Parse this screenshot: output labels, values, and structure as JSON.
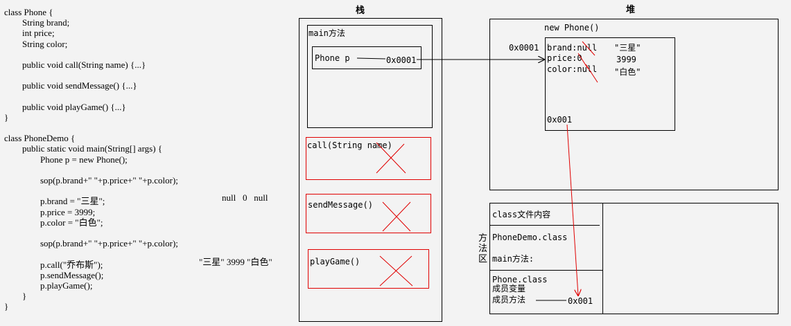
{
  "code": {
    "lines": [
      "class Phone {",
      "        String brand;",
      "        int price;",
      "        String color;",
      "",
      "        public void call(String name) {...}",
      "",
      "        public void sendMessage() {...}",
      "",
      "        public void playGame() {...}",
      "}",
      "",
      "class PhoneDemo {",
      "        public static void main(String[] args) {",
      "                Phone p = new Phone();",
      "",
      "                sop(p.brand+\" \"+p.price+\" \"+p.color);",
      "",
      "                p.brand = \"三星\";",
      "                p.price = 3999;",
      "                p.color = \"白色\";",
      "",
      "                sop(p.brand+\" \"+p.price+\" \"+p.color);",
      "",
      "                p.call(\"乔布斯\");",
      "                p.sendMessage();",
      "                p.playGame();",
      "        }",
      "}"
    ],
    "output1": "null   0   null",
    "output2": "\"三星\" 3999 \"白色\""
  },
  "stack": {
    "title": "栈",
    "main_label": "main方法",
    "phone_var": "Phone p",
    "phone_addr": "0x0001",
    "frames": [
      "call(String name)",
      "sendMessage()",
      "playGame()"
    ]
  },
  "heap": {
    "title": "堆",
    "new_label": "new Phone()",
    "obj_addr": "0x0001",
    "fields": [
      "brand:null",
      "price:0",
      "color:null"
    ],
    "new_values": [
      "\"三星\"",
      "3999",
      "\"白色\""
    ],
    "method_ref": "0x001"
  },
  "method_area": {
    "title": "方法区",
    "rows": [
      "class文件内容",
      "PhoneDemo.class",
      "main方法:"
    ],
    "phone_class": "Phone.class",
    "member_vars": "成员变量",
    "member_methods": "成员方法",
    "member_addr": "0x001"
  },
  "colors": {
    "line": "#000000",
    "cross": "#e00000",
    "background": "#f3f3f3"
  }
}
